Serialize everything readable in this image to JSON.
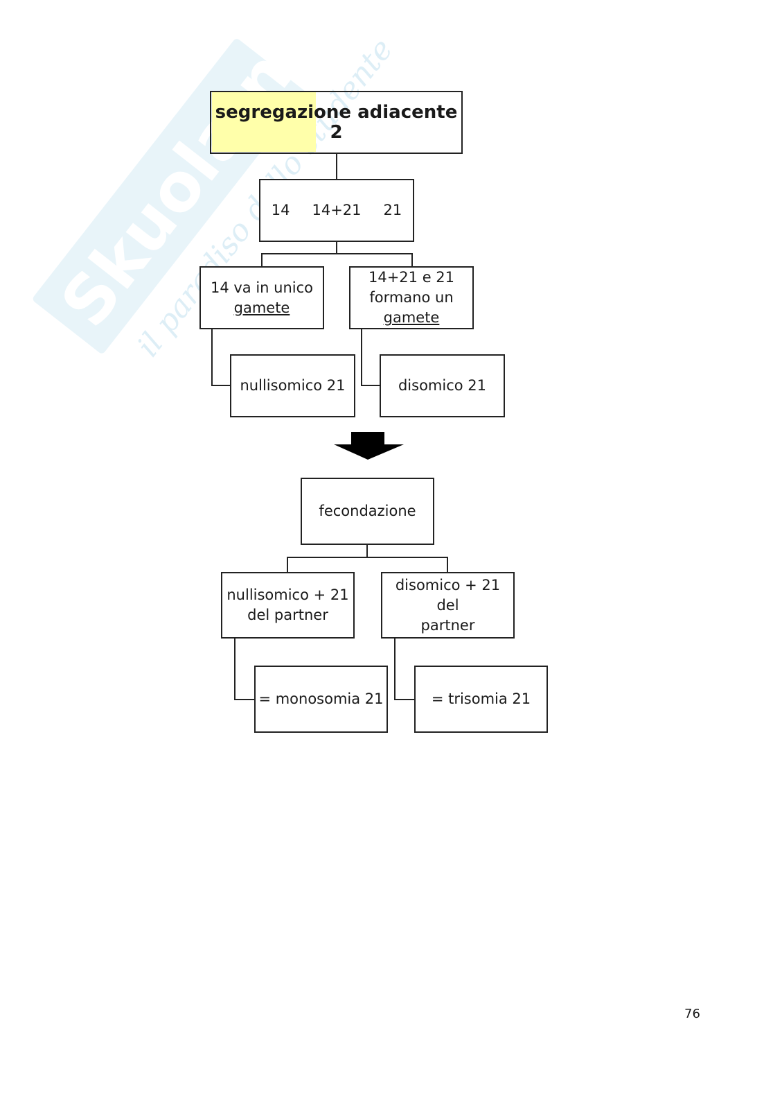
{
  "watermark": {
    "brand": "Skuola.net",
    "tagline": "il paradiso dello studente"
  },
  "diagram": {
    "title": "segregazione adiacente 2",
    "chromosomes": "14   14+21   21",
    "branch_left": {
      "line1": "14 va in unico",
      "line2": "gamete"
    },
    "branch_right": {
      "line1": "14+21 e 21",
      "line2": "formano un",
      "line3": "gamete"
    },
    "result_left": "nullisomico 21",
    "result_right": "disomico 21",
    "fertilization": "fecondazione",
    "combo_left": {
      "line1": "nullisomico + 21",
      "line2": "del partner"
    },
    "combo_right": {
      "line1": "disomico + 21 del",
      "line2": "partner"
    },
    "outcome_left": "= monosomia 21",
    "outcome_right": "= trisomia 21"
  },
  "page_number": "76"
}
